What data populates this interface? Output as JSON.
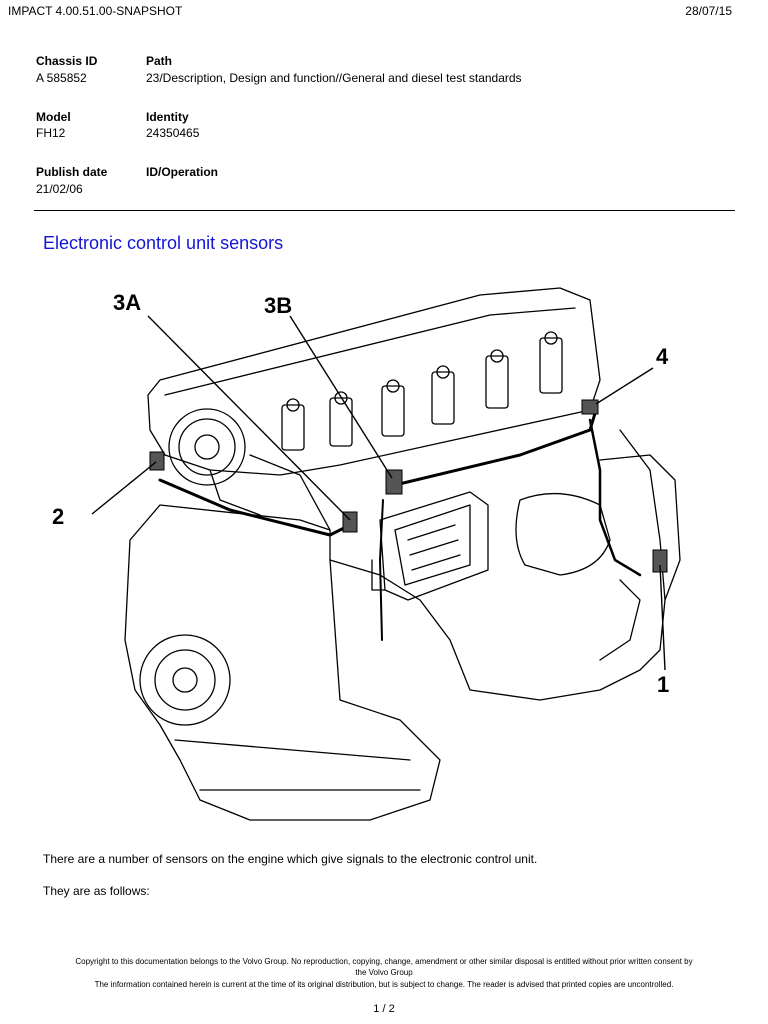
{
  "header": {
    "app_title": "IMPACT 4.00.51.00-SNAPSHOT",
    "date": "28/07/15"
  },
  "meta": {
    "chassis_id_label": "Chassis ID",
    "chassis_id_value": "A 585852",
    "path_label": "Path",
    "path_value": "23/Description, Design and function//General and diesel test standards",
    "model_label": "Model",
    "model_value": "FH12",
    "identity_label": "Identity",
    "identity_value": "24350465",
    "publish_date_label": "Publish date",
    "publish_date_value": "21/02/06",
    "id_operation_label": "ID/Operation"
  },
  "section_title": "Electronic control unit sensors",
  "diagram_callouts": {
    "c3a": "3A",
    "c3b": "3B",
    "c4": "4",
    "c2": "2",
    "c1": "1"
  },
  "body": {
    "paragraph1": "There are a number of sensors on the engine which give signals to the electronic control unit.",
    "paragraph2": "They are as follows:"
  },
  "footer": {
    "copyright_line1": "Copyright to this documentation belongs to the Volvo Group. No reproduction, copying, change, amendment or other similar disposal is entitled without prior written consent by",
    "copyright_line2": "the Volvo Group",
    "disclaimer": "The information contained herein is current at the time of its original distribution, but is subject to change. The reader is advised that printed copies are uncontrolled.",
    "page_number": "1 / 2"
  },
  "colors": {
    "title_blue": "#1414d8"
  }
}
